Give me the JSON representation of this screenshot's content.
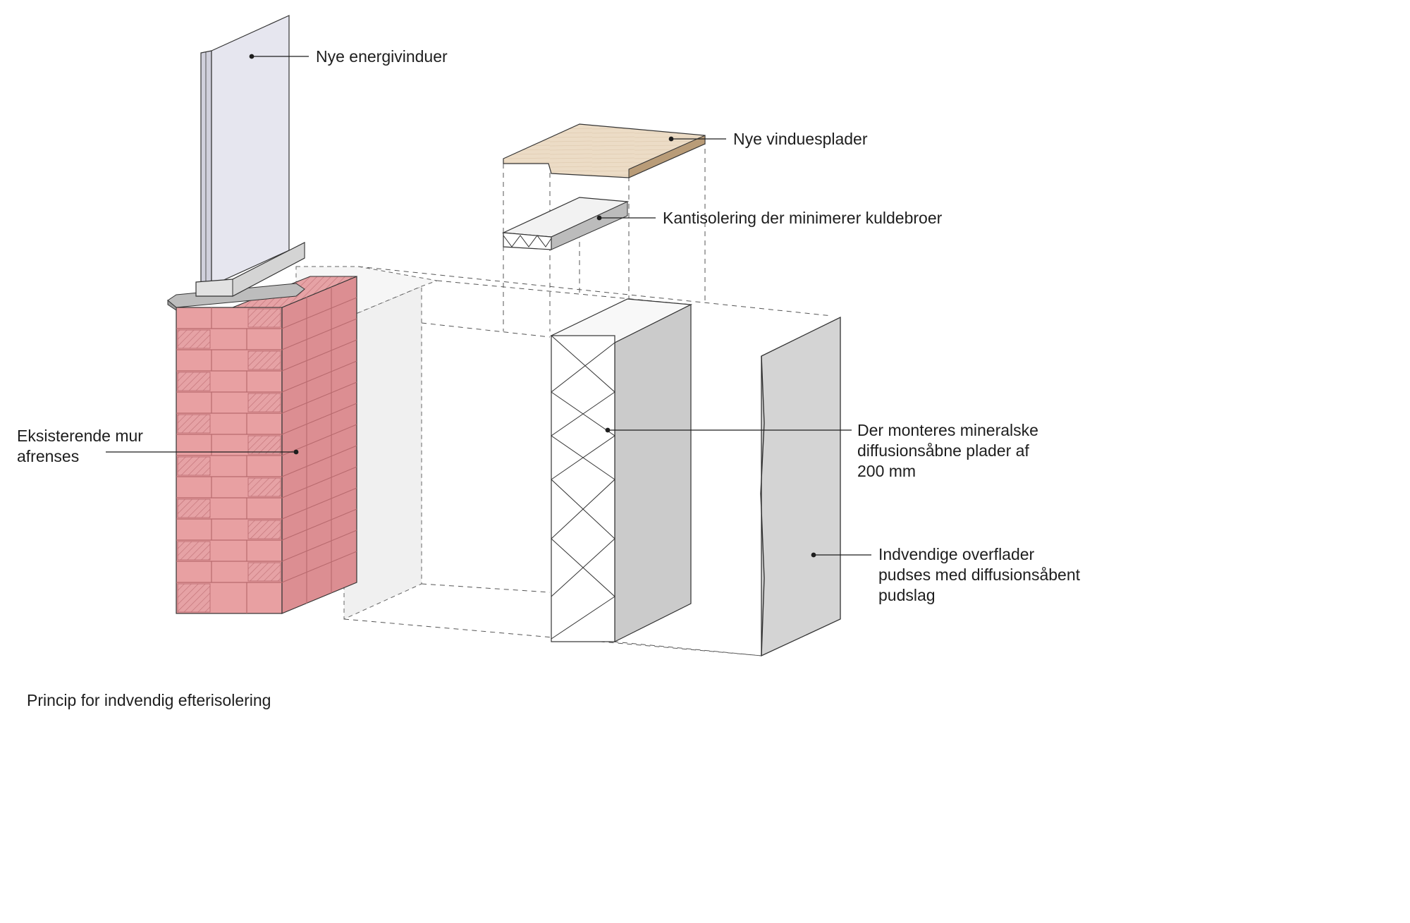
{
  "labels": {
    "windows": "Nye energivinduer",
    "sills": "Nye vinduesplader",
    "edge_insulation": "Kantisolering der minimerer kuldebroer",
    "existing_wall": [
      "Eksisterende mur",
      "afrenses"
    ],
    "mineral_boards": [
      "Der monteres mineralske",
      "diffusionsåbne plader af",
      "200 mm"
    ],
    "interior_surfaces": [
      "Indvendige overflader",
      "pudses med diffusionsåbent",
      "pudslag"
    ]
  },
  "caption": "Princip for indvendig efterisolering",
  "colors": {
    "brick": "#e8a0a2",
    "brick_side": "#d9888c",
    "mortar": "#c97a7e",
    "window": "#e4e4ee",
    "sill": "#ecdcc6",
    "insulation": "#ffffff",
    "board": "#cfcfcf",
    "plaster": "#d8d8d8",
    "leader": "#1e1e1e"
  }
}
